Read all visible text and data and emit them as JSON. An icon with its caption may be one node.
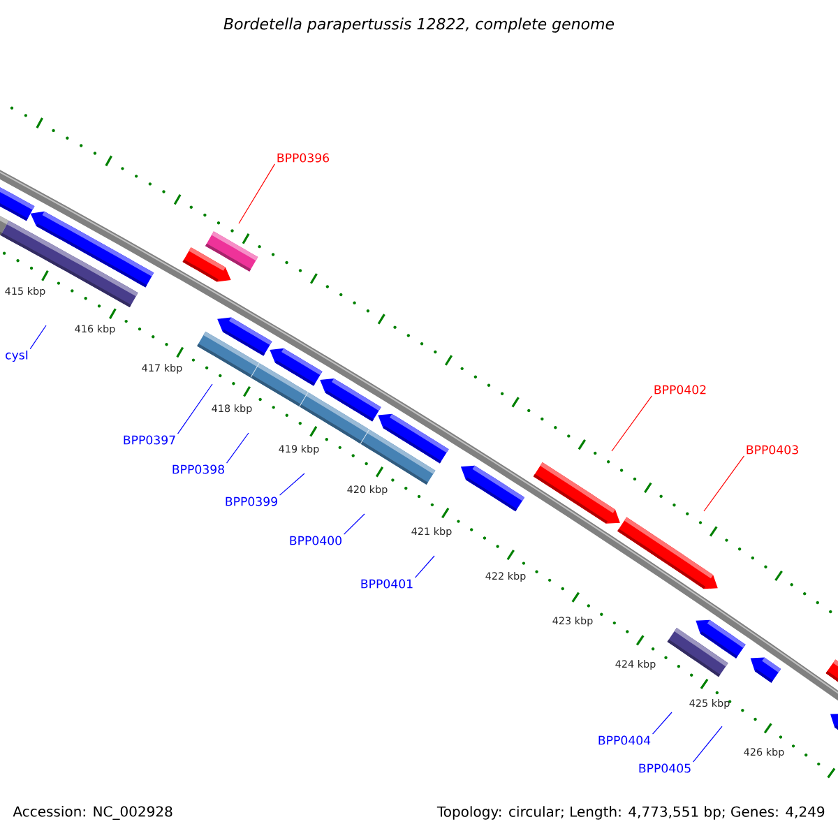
{
  "diagram": {
    "title": "Bordetella parapertussis 12822, complete genome",
    "nodes": [
      {
        "text": [
          "BPP0396"
        ]
      },
      {
        "text": [
          "cysI"
        ]
      },
      {
        "text": [
          "BPP0397"
        ]
      },
      {
        "text": [
          "BPP0402"
        ]
      },
      {
        "text": [
          "BPP0398"
        ]
      },
      {
        "text": [
          "BPP0403"
        ]
      },
      {
        "text": [
          "BPP0399"
        ]
      },
      {
        "text": [
          "BPP0400"
        ]
      },
      {
        "text": [
          "BPP0401"
        ]
      },
      {
        "text": [
          "BPP0404"
        ]
      },
      {
        "text": [
          "BPP0405"
        ]
      }
    ],
    "edges": [
      {
        "from": 0,
        "to": null,
        "arrow": "none",
        "color": "#ff0000"
      },
      {
        "from": 1,
        "to": null,
        "arrow": "none"
      },
      {
        "from": 2,
        "to": null,
        "arrow": "none"
      },
      {
        "from": 3,
        "to": null,
        "arrow": "none",
        "color": "#ff0000"
      },
      {
        "from": 4,
        "to": null,
        "arrow": "none"
      },
      {
        "from": 5,
        "to": null,
        "arrow": "none",
        "color": "#ff0000"
      },
      {
        "from": 6,
        "to": null,
        "arrow": "none"
      },
      {
        "from": 7,
        "to": null,
        "arrow": "none"
      },
      {
        "from": 8,
        "to": null,
        "arrow": "none"
      },
      {
        "from": 9,
        "to": null,
        "arrow": "none"
      },
      {
        "from": 10,
        "to": null,
        "arrow": "none"
      }
    ],
    "labels": [
      "415 kbp",
      "416 kbp",
      "417 kbp",
      "418 kbp",
      "419 kbp",
      "420 kbp",
      "421 kbp",
      "422 kbp",
      "423 kbp",
      "424 kbp",
      "425 kbp",
      "426 kbp",
      "Accession: NC_002928",
      "Topology: circular; Length: 4,773,551 bp; Genes: 4,249"
    ]
  }
}
